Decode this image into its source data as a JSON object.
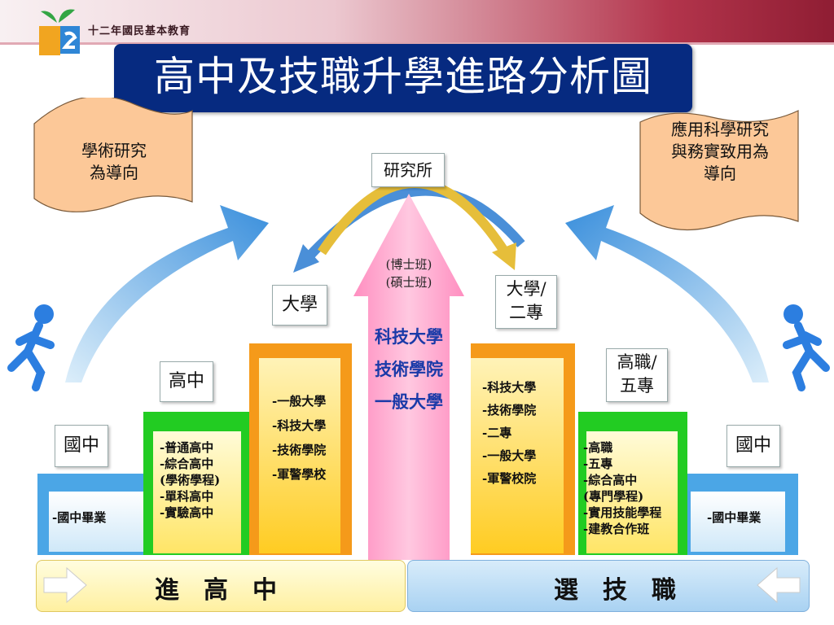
{
  "header": {
    "brand": "十二年國民基本教育"
  },
  "title": "高中及技職升學進路分析圖",
  "notes": {
    "left": [
      "學術研究",
      "為導向"
    ],
    "right": [
      "應用科學研究",
      "與務實致用為",
      "導向"
    ]
  },
  "center": {
    "top_label": "研究所",
    "degrees": [
      "(博士班)",
      "(碩士班)"
    ],
    "schools": [
      "科技大學",
      "技術學院",
      "一般大學"
    ]
  },
  "left_side": {
    "junior_label": "國中",
    "junior_items": [
      "-國中畢業"
    ],
    "senior_label": "高中",
    "senior_items": [
      "-普通高中",
      "-綜合高中",
      "(學術學程)",
      "-單科高中",
      "-實驗高中"
    ],
    "univ_label": "大學",
    "univ_items": [
      "-一般大學",
      "-科技大學",
      "-技術學院",
      "-軍警學校"
    ]
  },
  "right_side": {
    "junior_label": "國中",
    "junior_items": [
      "-國中畢業"
    ],
    "voc_label": [
      "高職/",
      "五專"
    ],
    "voc_items": [
      "-高職",
      "-五專",
      "-綜合高中",
      "(專門學程)",
      "-實用技能學程",
      "-建教合作班"
    ],
    "univ_label": [
      "大學/",
      "二專"
    ],
    "univ_items": [
      "-科技大學",
      "-技術學院",
      "-二專",
      "-一般大學",
      "-軍警校院"
    ]
  },
  "bands": {
    "left": "進高中",
    "right": "選技職"
  },
  "colors": {
    "title_bg": "#062a80",
    "note_bg": "#fcc898",
    "green": "#22cc22",
    "orange": "#f59a1a",
    "yellow": "#ffd23a",
    "pink": "#ff9ec8",
    "blue_icon": "#2c7ee0"
  }
}
